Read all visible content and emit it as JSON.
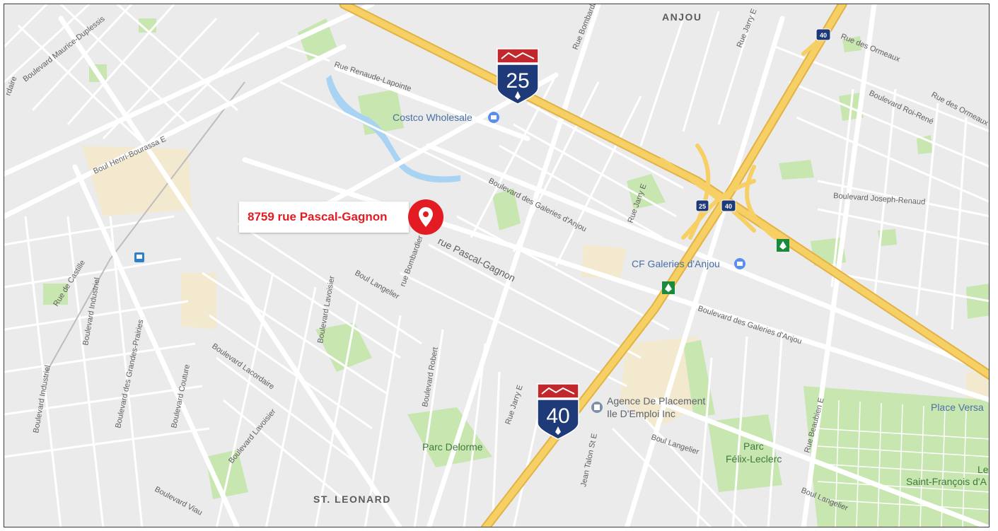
{
  "address": {
    "label": "8759 rue Pascal-Gagnon"
  },
  "areas": {
    "anjou": "ANJOU",
    "st_leonard": "ST. LEONARD"
  },
  "highways": {
    "a25": {
      "number": "25",
      "color": "#1f3a78",
      "banner_color": "#c0282d"
    },
    "a40": {
      "number": "40",
      "color": "#1f3a78",
      "banner_color": "#c0282d"
    },
    "small_25": "25",
    "small_40": "40",
    "small_40_north": "40"
  },
  "pois": {
    "costco": "Costco Wholesale",
    "galeries": "CF Galeries d'Anjou",
    "agence_line1": "Agence De Placement",
    "agence_line2": "Ile D'Emploi Inc",
    "place_versa": "Place Versa",
    "saint_francois_line1": "Le",
    "saint_francois_line2": "Saint-François d'A"
  },
  "parks": {
    "delorme": "Parc Delorme",
    "felix_line1": "Parc",
    "felix_line2": "Félix-Leclerc"
  },
  "streets": {
    "maurice_duplessis": "Boulevard Maurice-Duplessis",
    "lacordaire_top": "rdaire",
    "henri_bourassa": "Boul Henri-Bourassa E",
    "renaude_lapointe": "Rue Renaude-Lapointe",
    "bombardier_top": "Rue Bombardier",
    "bombardier": "rue Bombardier",
    "jarry_top": "Rue Jarry E",
    "jarry_mid": "Rue Jarry E",
    "jarry_bottom": "Rue Jarry E",
    "ormeaux": "Rue des Ormeaux",
    "ormeaux_east": "Rue des Ormeaux",
    "roi_rene": "Boulevard Roi-René",
    "joseph_renaud": "Boulevard Joseph-Renaud",
    "galeries_nw": "Boulevard des Galeries d'Anjou",
    "galeries_se": "Boulevard des Galeries d'Anjou",
    "pascal_gagnon": "rue Pascal-Gagnon",
    "langelier_w": "Boul Langelier",
    "langelier_mid": "Boul Langelier",
    "langelier_e": "Boul Langelier",
    "castille": "Rue de Castille",
    "industriel_1": "Boulevard Industriel",
    "industriel_2": "Boulevard Industriel",
    "grandes_prairies": "Boulevard des Grandes-Prairies",
    "couture": "Boulevard Couture",
    "lacordaire": "Boulevard Lacordaire",
    "lavoisier_n": "Boulevard Lavoisier",
    "lavoisier_s": "Boulevard Lavoisier",
    "robert": "Boulevard Robert",
    "viau": "Boulevard Viau",
    "jean_talon": "Jean Talon St E",
    "beaubien": "Rue Beaubien E"
  },
  "colors": {
    "land": "#ebebeb",
    "road": "#ffffff",
    "highway": "#f6cf65",
    "highway_edge": "#e2b343",
    "park": "#c8e6b0",
    "water": "#a9d3f2",
    "commercial": "#f3e9cf",
    "pin": "#e31b23"
  },
  "icons": {
    "pin": "map-pin-icon",
    "shopping": "shopping-bag-icon",
    "metro": "metro-icon",
    "tcan": "trans-canada-icon",
    "building": "building-icon"
  }
}
